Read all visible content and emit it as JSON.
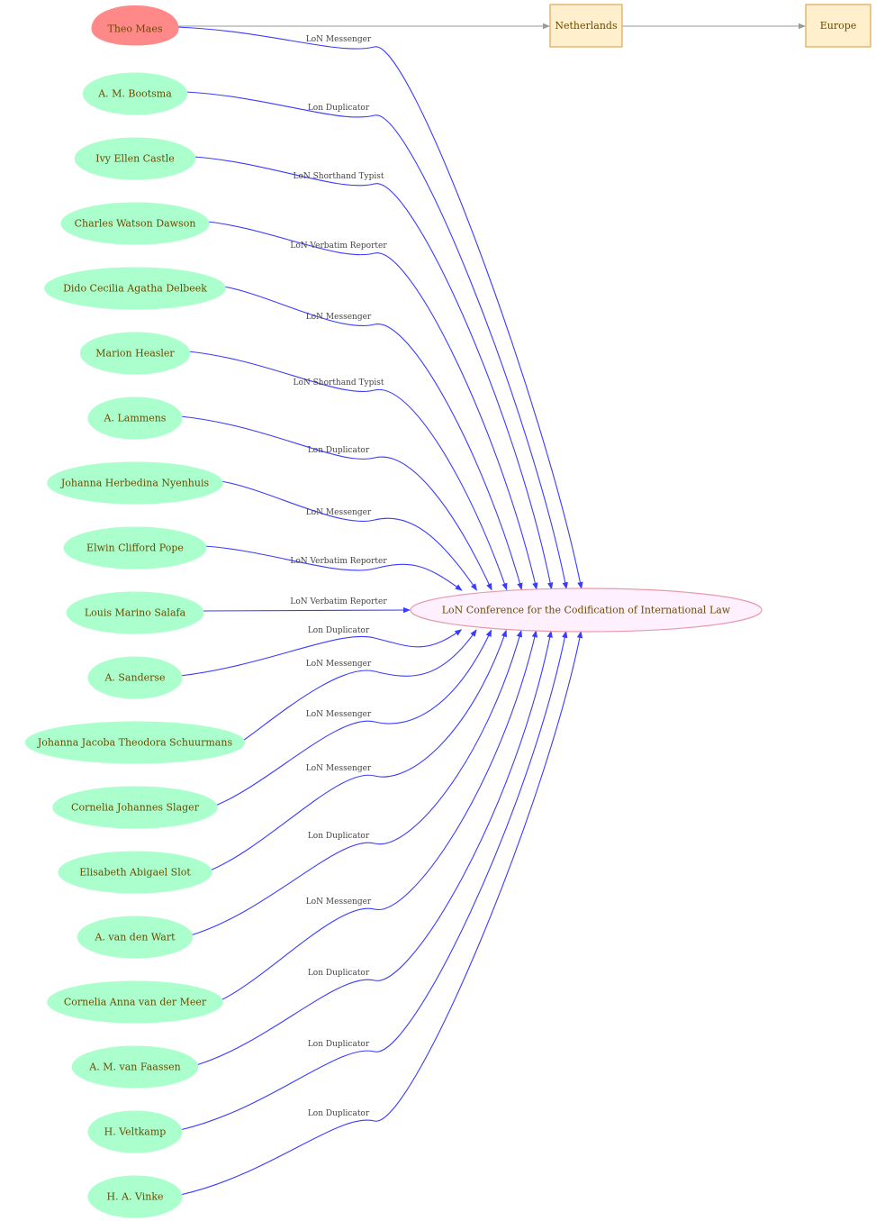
{
  "colors": {
    "person": "#aaffcc",
    "origin": "#ff8888",
    "target_fill": "#fff0ff",
    "target_stroke": "#e89aa8",
    "place_fill": "#ffefcc",
    "place_stroke": "#e0a650",
    "edge": "#3b3bff",
    "place_edge": "#999999",
    "text": "#6b4a00"
  },
  "target": {
    "label": "LoN Conference for the Codification of International Law"
  },
  "origin": {
    "label": "Theo Maes",
    "role": "LoN Messenger"
  },
  "places": [
    {
      "label": "Netherlands"
    },
    {
      "label": "Europe"
    }
  ],
  "people": [
    {
      "label": "A. M. Bootsma",
      "role": "Lon Duplicator"
    },
    {
      "label": "Ivy Ellen Castle",
      "role": "LoN Shorthand Typist"
    },
    {
      "label": "Charles Watson Dawson",
      "role": "LoN Verbatim Reporter"
    },
    {
      "label": "Dido Cecilia Agatha Delbeek",
      "role": "LoN Messenger"
    },
    {
      "label": "Marion Heasler",
      "role": "LoN Shorthand Typist"
    },
    {
      "label": "A. Lammens",
      "role": "Lon Duplicator"
    },
    {
      "label": "Johanna Herbedina Nyenhuis",
      "role": "LoN Messenger"
    },
    {
      "label": "Elwin Clifford  Pope",
      "role": "LoN Verbatim Reporter"
    },
    {
      "label": "Louis Marino Salafa",
      "role": "LoN Verbatim Reporter"
    },
    {
      "label": "A. Sanderse",
      "role": "Lon Duplicator"
    },
    {
      "label": "Johanna Jacoba Theodora Schuurmans",
      "role": "LoN Messenger"
    },
    {
      "label": "Cornelia Johannes Slager",
      "role": "LoN Messenger"
    },
    {
      "label": "Elisabeth Abigael Slot",
      "role": "LoN Messenger"
    },
    {
      "label": "A. van den Wart",
      "role": "Lon Duplicator"
    },
    {
      "label": "Cornelia Anna van der Meer",
      "role": "LoN Messenger"
    },
    {
      "label": "A. M. van Faassen",
      "role": "Lon Duplicator"
    },
    {
      "label": "H. Veltkamp",
      "role": "Lon Duplicator"
    },
    {
      "label": "H. A. Vinke",
      "role": "Lon Duplicator"
    }
  ]
}
